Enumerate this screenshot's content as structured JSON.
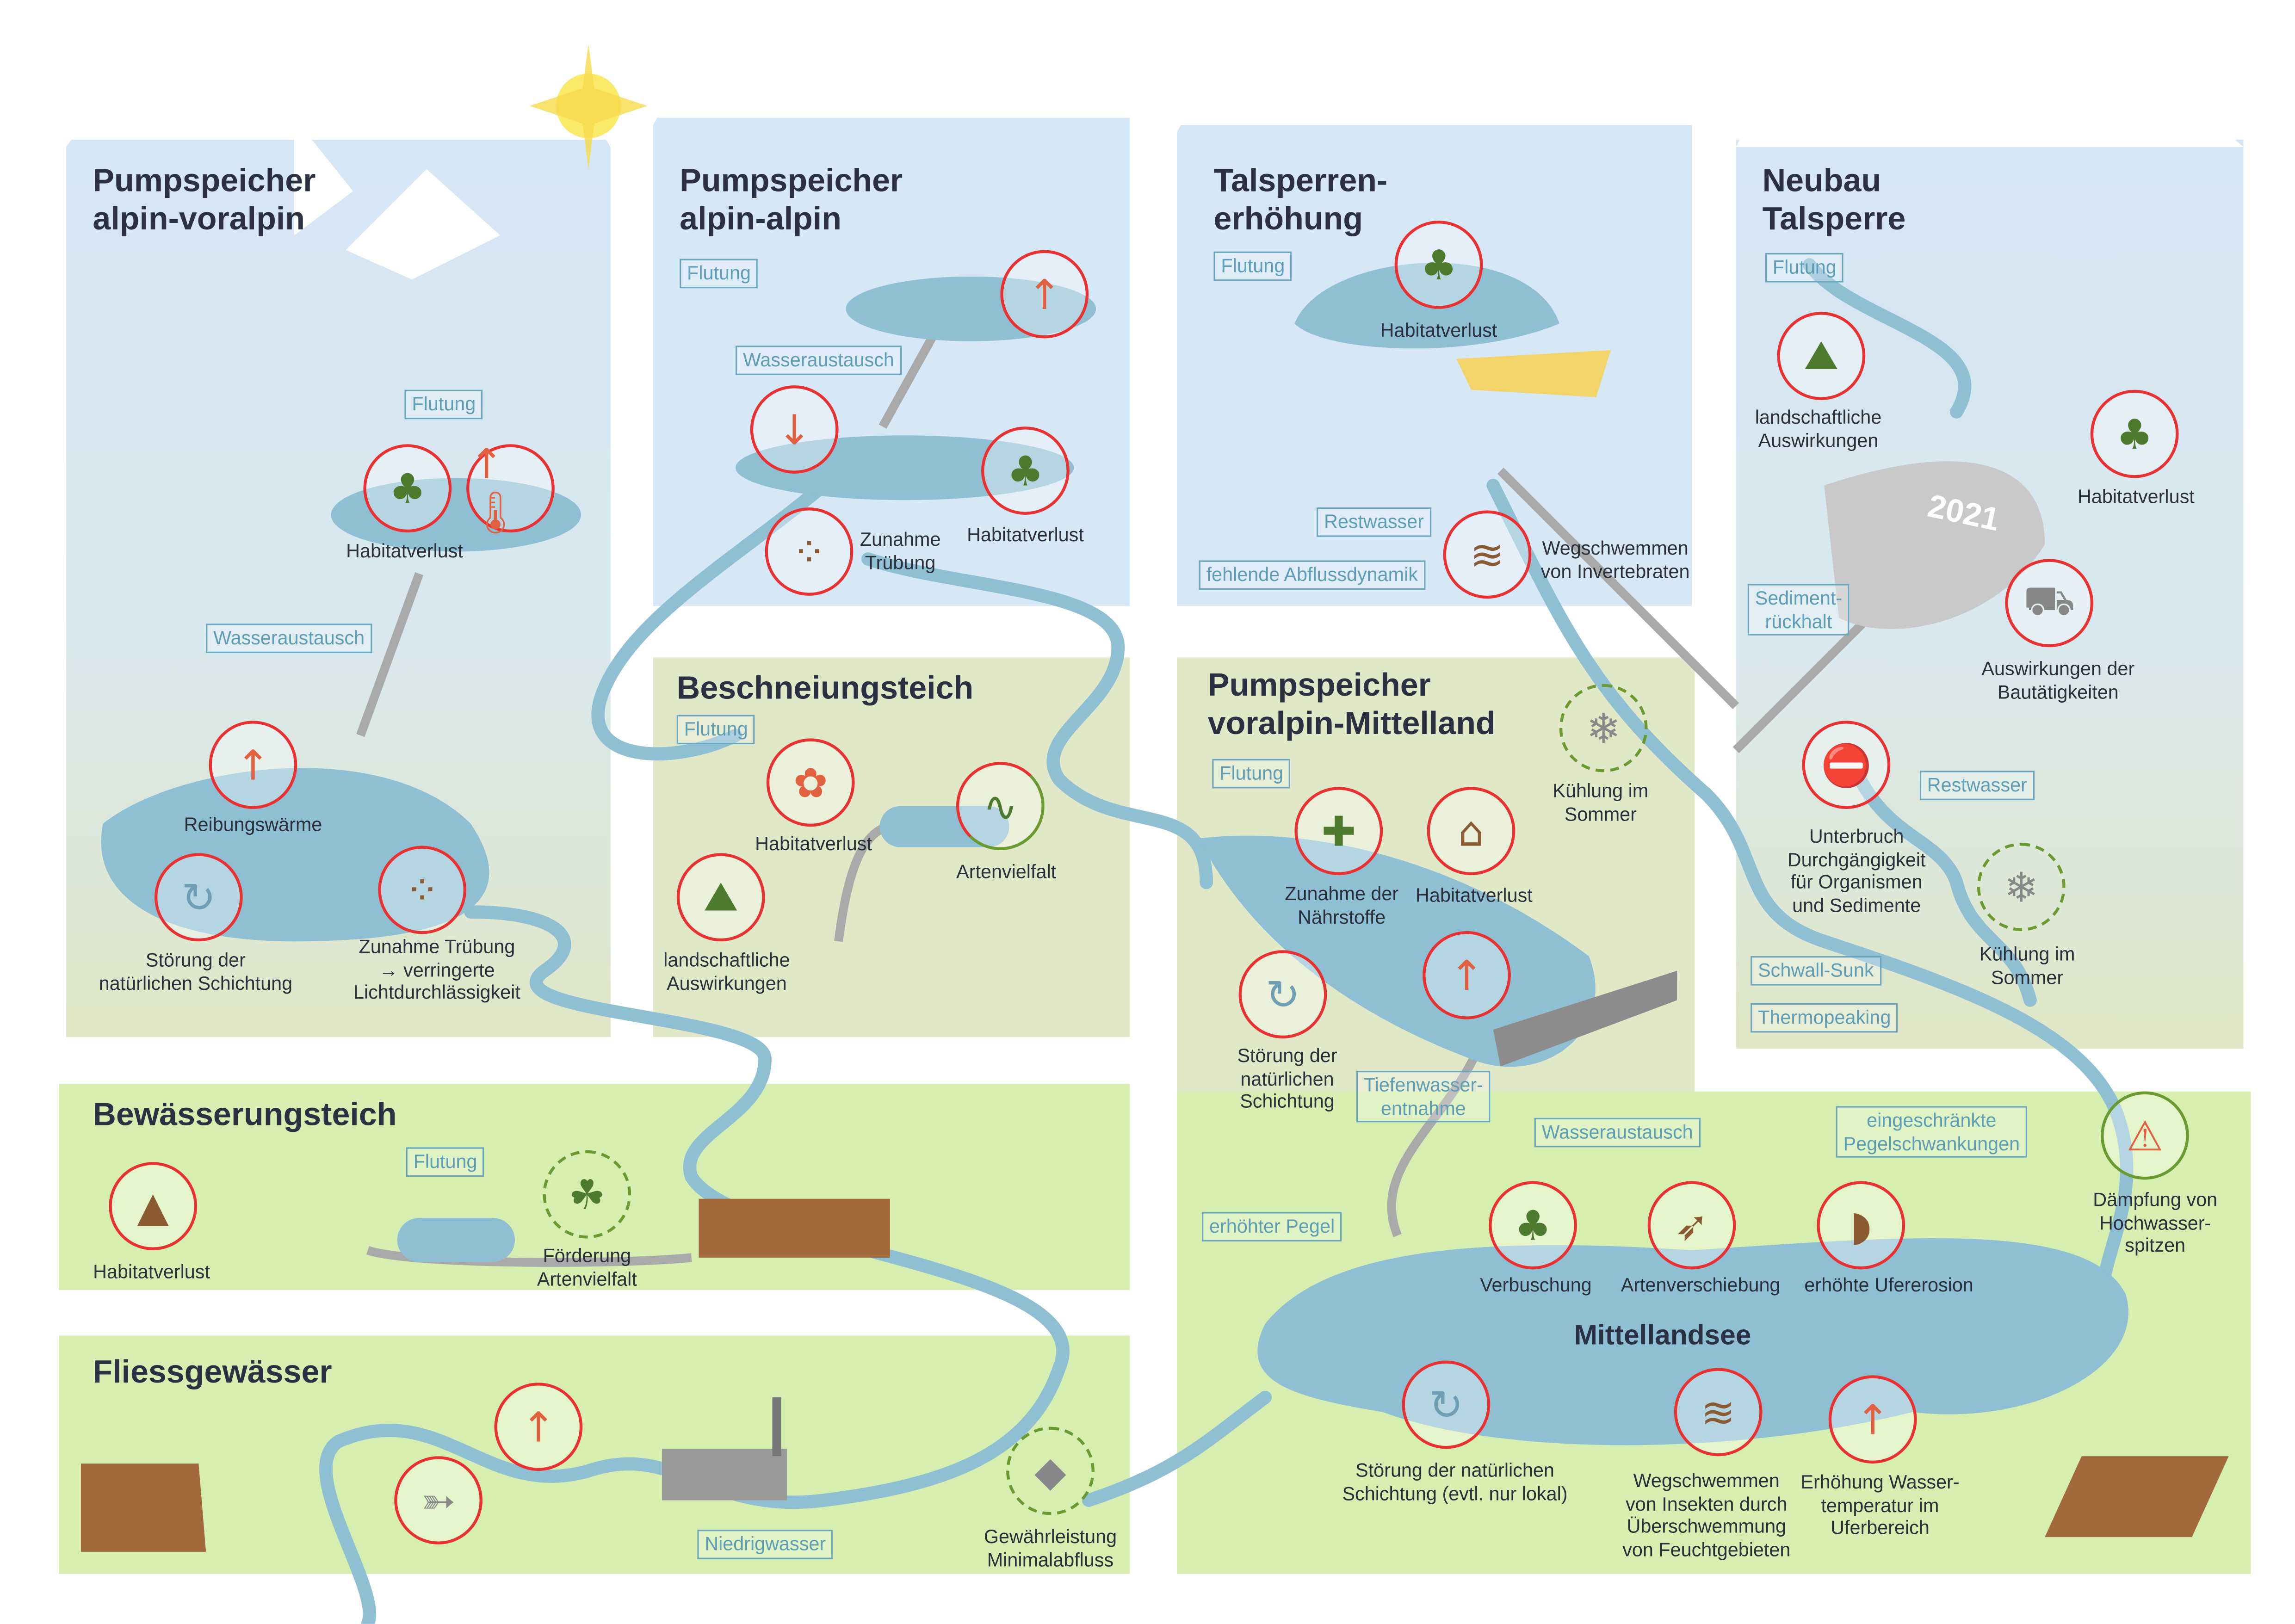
{
  "colors": {
    "impact": "#ea3131",
    "positive": "#6b9b30",
    "tag": "#5d9db5",
    "water": "#8fbfd3",
    "alpine_panel": "#d6e7f6",
    "plateau_panel": "#e1e8c8",
    "lowland_panel": "#d6efb0"
  },
  "p1": {
    "title": "Pumpspeicher\nalpin-voralpin",
    "tags": [
      "Flutung",
      "Wasseraustausch"
    ],
    "impacts": [
      {
        "label": "Habitatverlust",
        "icon": "trees-icon"
      },
      {
        "label": "",
        "icon": "thermometer-up-icon"
      },
      {
        "label": "Reibungswärme",
        "icon": "thermometer-up-icon"
      },
      {
        "label": "Störung der\nnatürlichen Schichtung",
        "icon": "stratification-icon"
      },
      {
        "label": "Zunahme Trübung\n→ verringerte\nLichtdurchlässigkeit",
        "icon": "turbidity-icon"
      }
    ]
  },
  "p2": {
    "title": "Pumpspeicher\nalpin-alpin",
    "tags": [
      "Flutung",
      "Wasseraustausch"
    ],
    "impacts": [
      {
        "label": "",
        "icon": "thermometer-up-icon"
      },
      {
        "label": "",
        "icon": "thermometer-down-icon"
      },
      {
        "label": "Habitatverlust",
        "icon": "trees-icon"
      },
      {
        "label": "Zunahme\nTrübung",
        "icon": "turbidity-icon"
      }
    ]
  },
  "p3": {
    "title": "Talsperren-\nerhöhung",
    "tags": [
      "Flutung",
      "Restwasser",
      "fehlende Abflussdynamik"
    ],
    "impacts": [
      {
        "label": "Habitatverlust",
        "icon": "trees-icon"
      },
      {
        "label": "Wegschwemmen\nvon Invertebraten",
        "icon": "invertebrate-icon"
      }
    ]
  },
  "p4": {
    "title": "Neubau\nTalsperre",
    "tags": [
      "Flutung",
      "Sediment-\nrückhalt",
      "Restwasser",
      "Schwall-Sunk",
      "Thermopeaking"
    ],
    "dam_year": "2021",
    "impacts": [
      {
        "label": "landschaftliche\nAuswirkungen",
        "icon": "landscape-icon"
      },
      {
        "label": "Habitatverlust",
        "icon": "trees-icon"
      },
      {
        "label": "Auswirkungen der\nBautätigkeiten",
        "icon": "construction-icon"
      },
      {
        "label": "Unterbruch\nDurchgängigkeit\nfür Organismen\nund Sedimente",
        "icon": "barrier-fish-icon"
      }
    ],
    "positives": [
      {
        "label": "Kühlung im\nSommer",
        "icon": "snowflake-fish-icon"
      }
    ]
  },
  "p5": {
    "title": "Beschneiungsteich",
    "tags": [
      "Flutung"
    ],
    "impacts": [
      {
        "label": "Habitatverlust",
        "icon": "flower-icon"
      },
      {
        "label": "landschaftliche\nAuswirkungen",
        "icon": "landscape-icon"
      }
    ],
    "mixed": [
      {
        "label": "Artenvielfalt",
        "icon": "salamander-icon"
      }
    ]
  },
  "p6": {
    "title": "Pumpspeicher\nvoralpin-Mittelland",
    "tags": [
      "Flutung",
      "Tiefenwasser-\nentnahme",
      "Wasseraustausch",
      "erhöhter Pegel",
      "eingeschränkte\nPegelschwankungen"
    ],
    "impacts": [
      {
        "label": "Zunahme der\nNährstoffe",
        "icon": "nutrients-icon"
      },
      {
        "label": "Habitatverlust",
        "icon": "flooded-house-icon"
      },
      {
        "label": "Störung der\nnatürlichen\nSchichtung",
        "icon": "stratification-icon"
      },
      {
        "label": "",
        "icon": "thermometer-up-icon"
      }
    ],
    "positives": [
      {
        "label": "Kühlung im\nSommer",
        "icon": "snowflake-fish-icon"
      }
    ]
  },
  "lake": {
    "title": "Mittellandsee",
    "impacts": [
      {
        "label": "Verbuschung",
        "icon": "shrubs-icon"
      },
      {
        "label": "Artenverschiebung",
        "icon": "bird-icon"
      },
      {
        "label": "erhöhte Ufererosion",
        "icon": "erosion-icon"
      },
      {
        "label": "Störung der natürlichen\nSchichtung (evtl. nur lokal)",
        "icon": "stratification-icon"
      },
      {
        "label": "Wegschwemmen\nvon Insekten durch\nÜberschwemmung\nvon Feuchtgebieten",
        "icon": "insects-icon"
      },
      {
        "label": "Erhöhung Wasser-\ntemperatur im\nUferbereich",
        "icon": "thermometer-up-icon"
      }
    ],
    "positives": [
      {
        "label": "Dämpfung von\nHochwasser-\nspitzen",
        "icon": "flood-sign-icon"
      }
    ]
  },
  "irrigation": {
    "title": "Bewässerungsteich",
    "tags": [
      "Flutung"
    ],
    "impacts": [
      {
        "label": "Habitatverlust",
        "icon": "bird-icon"
      }
    ],
    "positives": [
      {
        "label": "Förderung\nArtenvielfalt",
        "icon": "frog-icon"
      }
    ]
  },
  "river": {
    "title": "Fliessgewässer",
    "tags": [
      "Niedrigwasser"
    ],
    "impacts": [
      {
        "label": "",
        "icon": "thermometer-up-icon"
      },
      {
        "label": "",
        "icon": "fish-icon"
      }
    ],
    "positives": [
      {
        "label": "Gewährleistung\nMinimalabfluss",
        "icon": "bird-icon"
      }
    ]
  }
}
